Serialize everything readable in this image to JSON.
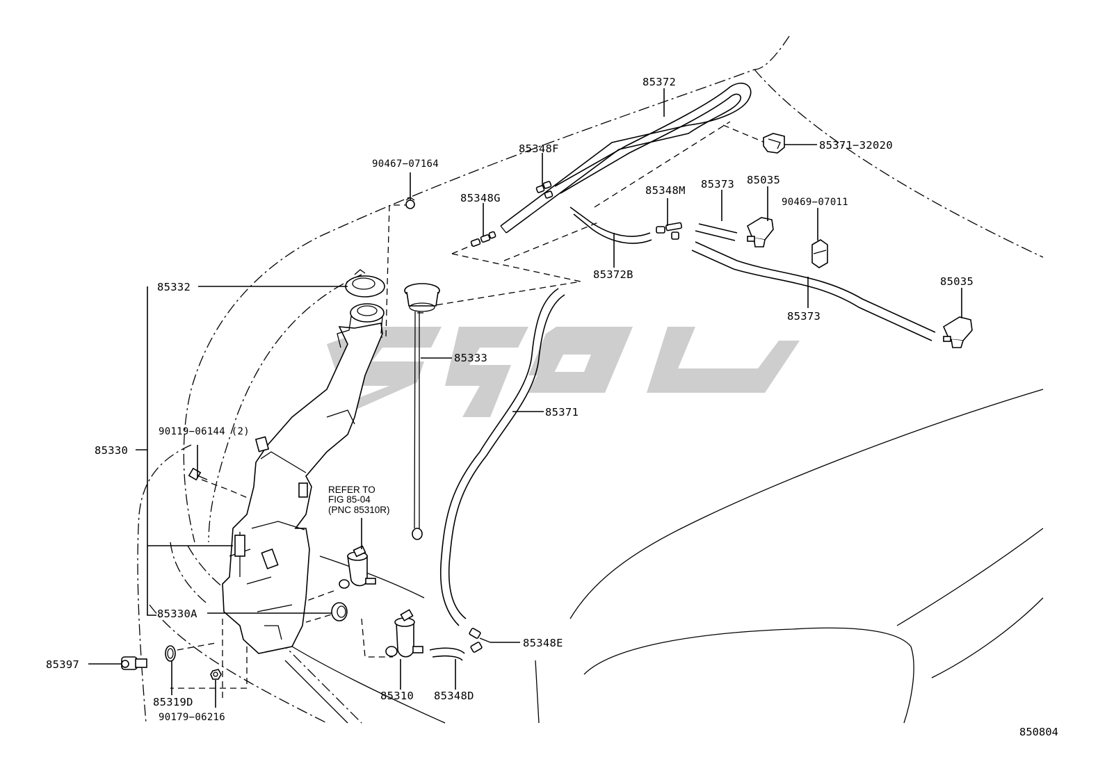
{
  "figure_number": "850804",
  "callouts": [
    {
      "id": "85372",
      "text": "85372"
    },
    {
      "id": "85371-32020",
      "text": "85371−32020"
    },
    {
      "id": "85348F",
      "text": "85348F"
    },
    {
      "id": "90467-07164",
      "text": "90467−07164"
    },
    {
      "id": "85348G",
      "text": "85348G"
    },
    {
      "id": "85348M",
      "text": "85348M"
    },
    {
      "id": "85373-a",
      "text": "85373"
    },
    {
      "id": "85035-a",
      "text": "85035"
    },
    {
      "id": "90469-07011",
      "text": "90469−07011"
    },
    {
      "id": "85372B",
      "text": "85372B"
    },
    {
      "id": "85035-b",
      "text": "85035"
    },
    {
      "id": "85373-b",
      "text": "85373"
    },
    {
      "id": "85332",
      "text": "85332"
    },
    {
      "id": "85333",
      "text": "85333"
    },
    {
      "id": "85371",
      "text": "85371"
    },
    {
      "id": "90119-06144",
      "text": "90119−06144 (2)"
    },
    {
      "id": "85330",
      "text": "85330"
    },
    {
      "id": "85330A",
      "text": "85330A"
    },
    {
      "id": "85348E",
      "text": "85348E"
    },
    {
      "id": "85397",
      "text": "85397"
    },
    {
      "id": "85319D",
      "text": "85319D"
    },
    {
      "id": "85310",
      "text": "85310"
    },
    {
      "id": "85348D",
      "text": "85348D"
    },
    {
      "id": "90179-06216",
      "text": "90179−06216"
    }
  ],
  "reference_note": [
    "REFER TO",
    "FIG  85-04",
    "(PNC 85310R)"
  ],
  "watermark_color": "#c6c6c6"
}
